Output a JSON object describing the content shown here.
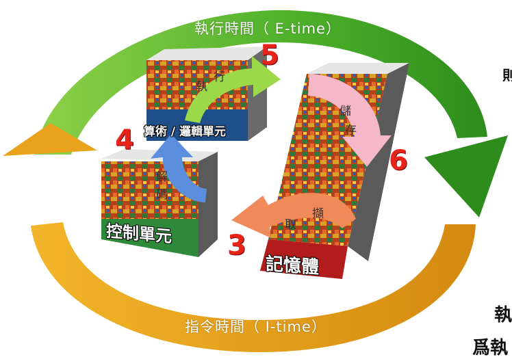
{
  "cycle": {
    "execution_time_label": "執行時間（ E-time）",
    "instruction_time_label": "指令時間（ I-time）"
  },
  "units": {
    "alu": "算術 / 邏輯單元",
    "control": "控制單元",
    "memory": "記憶體"
  },
  "steps": [
    {
      "number": "3",
      "op": [
        "取",
        "擷"
      ]
    },
    {
      "number": "4",
      "op": [
        "解",
        "碼"
      ]
    },
    {
      "number": "5",
      "op": [
        "執",
        "行"
      ]
    },
    {
      "number": "6",
      "op": [
        "儲",
        "存"
      ]
    }
  ],
  "cropped_text": {
    "right_top": "則",
    "bottom_right_1": "執",
    "bottom_right_2": "爲執"
  },
  "colors": {
    "green_arc": "#4caf2a",
    "orange_arc": "#e8a21c",
    "step_red": "#e8231a",
    "fetch_arrow": "#f08a5a",
    "decode_arrow": "#5b8fdd",
    "execute_arrow": "#9bd84a",
    "store_arrow": "#f5b8c8"
  }
}
